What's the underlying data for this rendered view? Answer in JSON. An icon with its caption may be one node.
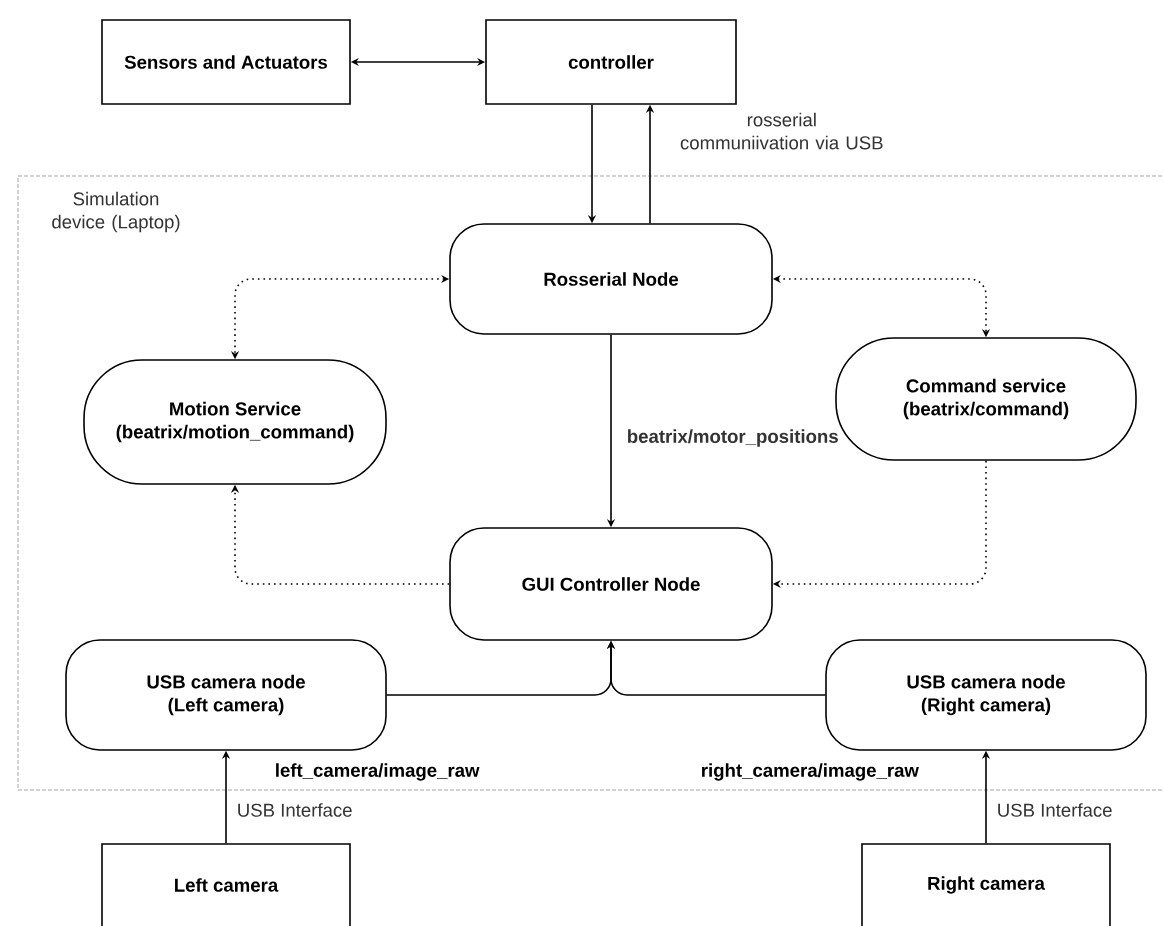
{
  "diagram": {
    "nodes": [
      {
        "text": [
          "Sensors and Actuators"
        ]
      },
      {
        "text": [
          "controller"
        ]
      },
      {
        "text": [
          "Simulation device (Laptop)"
        ]
      },
      {
        "text": [
          "Rosserial Node"
        ],
        "in": 2
      },
      {
        "text": [
          "Motion Service",
          "(beatrix/motion_command)"
        ],
        "in": 2
      },
      {
        "text": [
          "Command service",
          "(beatrix/command)"
        ],
        "in": 2
      },
      {
        "text": [
          "GUI Controller Node"
        ],
        "in": 2
      },
      {
        "text": [
          "USB camera node",
          "(Left camera)"
        ],
        "in": 2,
        "beside": [
          "left_camera/image_raw"
        ]
      },
      {
        "text": [
          "USB camera node",
          "(Right camera)"
        ],
        "in": 2,
        "beside": [
          "right_camera/image_raw"
        ]
      },
      {
        "text": [
          "Left camera"
        ]
      },
      {
        "text": [
          "Right camera"
        ]
      }
    ],
    "edges": [
      {
        "from": 0,
        "to": 1,
        "arrow": "both"
      },
      {
        "from": 1,
        "to": 3,
        "arrow": "to"
      },
      {
        "from": 3,
        "to": 1,
        "arrow": "to",
        "label": "rosserial communiivation via USB"
      },
      {
        "from": 3,
        "to": 4,
        "arrow": "both",
        "style": "dashed"
      },
      {
        "from": 3,
        "to": 5,
        "arrow": "both",
        "style": "dashed"
      },
      {
        "from": 3,
        "to": 6,
        "arrow": "to",
        "label": "beatrix/motor_positions"
      },
      {
        "from": 6,
        "to": 4,
        "arrow": "to",
        "style": "dashed"
      },
      {
        "from": 5,
        "to": 6,
        "arrow": "to",
        "style": "dashed"
      },
      {
        "from": 7,
        "to": 6,
        "arrow": "to"
      },
      {
        "from": 8,
        "to": 6,
        "arrow": "to"
      },
      {
        "from": 9,
        "to": 7,
        "arrow": "to",
        "label": "USB Interface"
      },
      {
        "from": 10,
        "to": 8,
        "arrow": "to",
        "label": "USB Interface"
      }
    ]
  }
}
